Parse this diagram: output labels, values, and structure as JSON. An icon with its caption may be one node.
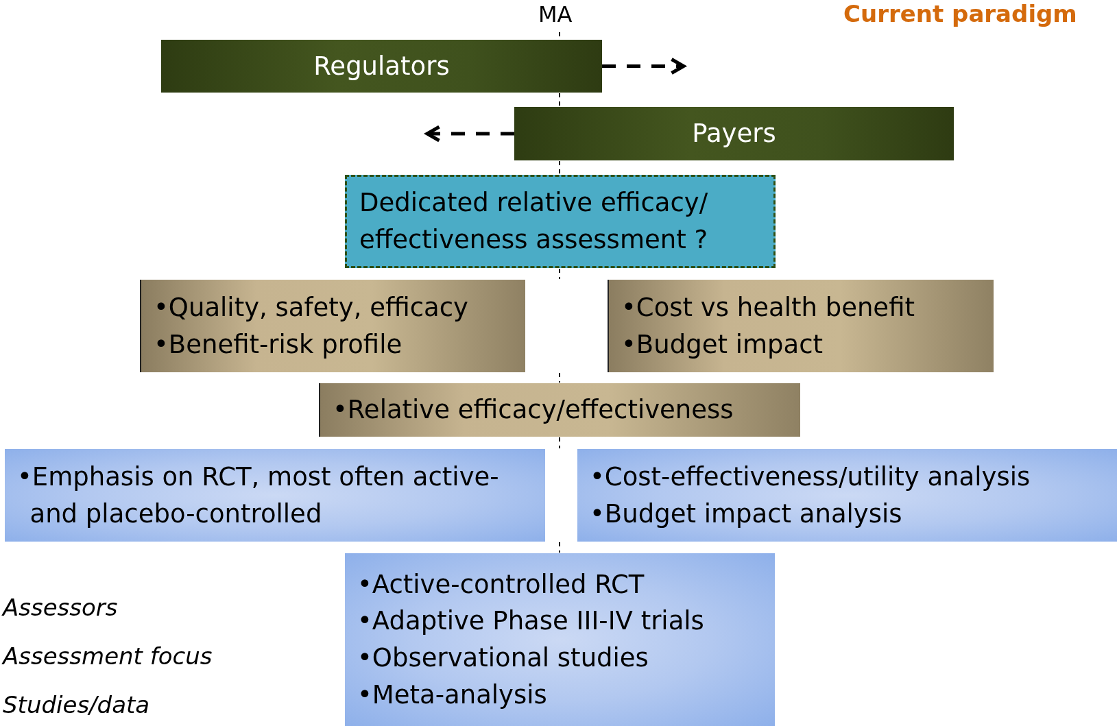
{
  "diagram": {
    "title": "Current paradigm",
    "nodes": [
      {
        "text": [
          "Regulators"
        ]
      },
      {
        "text": [
          "Payers"
        ]
      },
      {
        "text": [
          "Dedicated relative efficacy/ effectiveness assessment ?"
        ]
      },
      {
        "text": [
          "•Quality, safety, efficacy",
          "•Benefit-risk profile"
        ]
      },
      {
        "text": [
          "•Cost vs health benefit",
          "•Budget impact"
        ]
      },
      {
        "text": [
          "•Relative efficacy/effectiveness"
        ]
      },
      {
        "text": [
          "•Emphasis on RCT, most often active- and placebo-controlled"
        ]
      },
      {
        "text": [
          "•Cost-effectiveness/utility analysis",
          "•Budget impact analysis"
        ]
      },
      {
        "text": [
          "•Active-controlled RCT",
          "•Adaptive Phase III-IV trials",
          "•Observational studies",
          "•Meta-analysis"
        ]
      }
    ],
    "edges": [
      {
        "from": 0,
        "to": null,
        "arrow": "to",
        "style": "dashed"
      },
      {
        "from": 1,
        "to": null,
        "arrow": "to",
        "style": "dashed"
      }
    ],
    "labels": [
      "MA",
      "Assessors",
      "Assessment focus",
      "Studies/data"
    ]
  }
}
